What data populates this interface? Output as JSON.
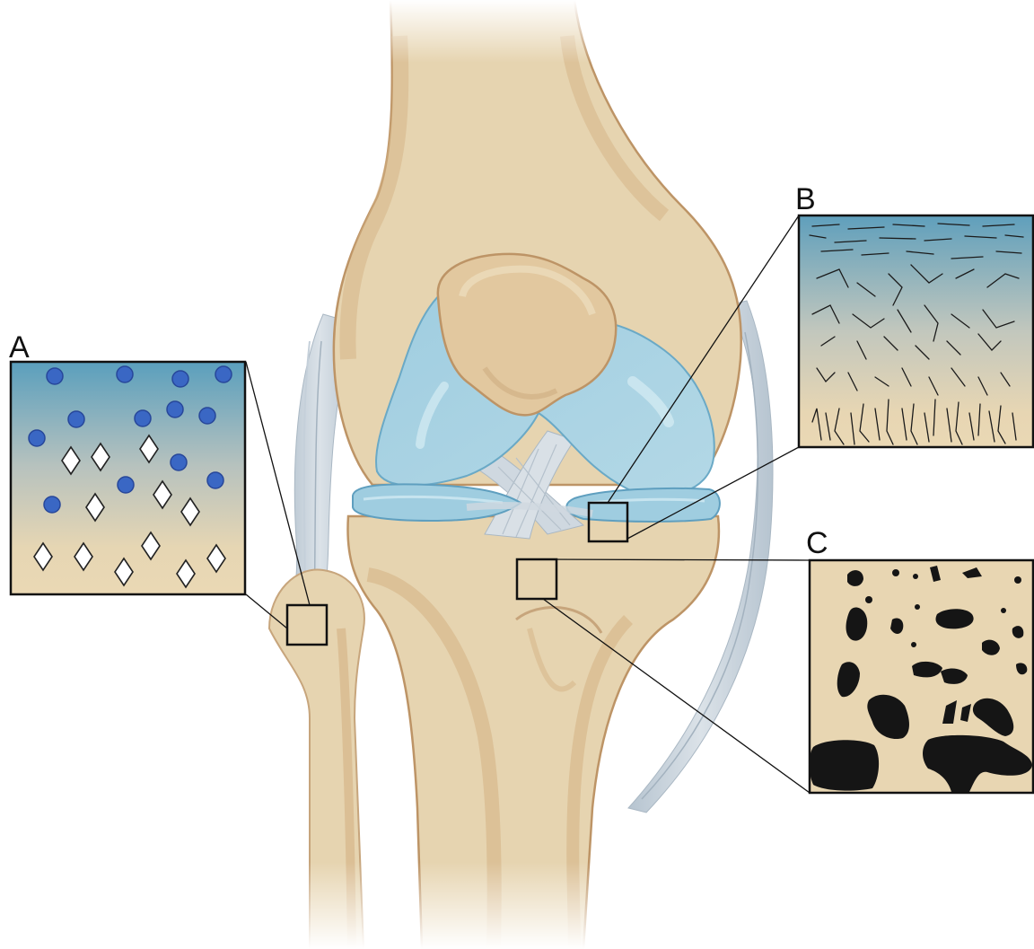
{
  "labels": {
    "a": "A",
    "b": "B",
    "c": "C"
  },
  "colors": {
    "bone": "#e6d4b0",
    "bone_shadow": "#d4b184",
    "bone_outline": "#bd9466",
    "cartilage": "#a7d1e2",
    "cartilage_outline": "#6aa9c6",
    "ligament": "#c9d3dc",
    "panel_top_blue": "#5a9fbd",
    "panel_bottom_tan": "#e9d8b4",
    "cell_blue": "#3a67c4",
    "pore_black": "#151515"
  },
  "icons": {
    "circle_marker": "blue-cell-icon",
    "diamond_marker": "white-diamond-icon"
  }
}
